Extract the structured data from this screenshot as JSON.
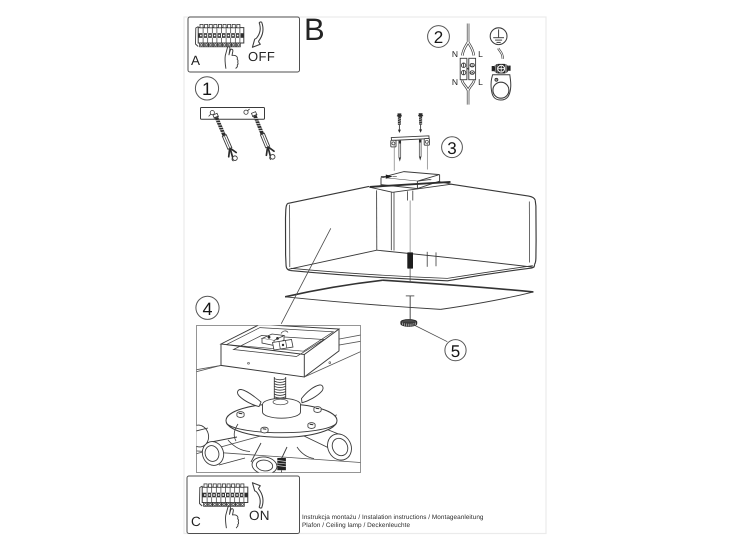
{
  "document_kind": "ceiling-lamp installation instructions",
  "section_label": "B",
  "panel_off": {
    "label": "A",
    "action": "OFF"
  },
  "panel_on": {
    "label": "C",
    "action": "ON"
  },
  "steps": {
    "s1": "1",
    "s2": "2",
    "s3": "3",
    "s4": "4",
    "s5": "5"
  },
  "wiring": {
    "top_n": "N",
    "top_l": "L",
    "bottom_n": "N",
    "bottom_l": "L"
  },
  "footer": {
    "line1": "Instrukcja montażu / Instalation instructions / Montageanleitung",
    "line2": "Plafon / Ceiling lamp / Deckenleuchte"
  },
  "colors": {
    "line": "#3a3a3a",
    "background": "#ffffff",
    "frame": "#ebebeb"
  }
}
